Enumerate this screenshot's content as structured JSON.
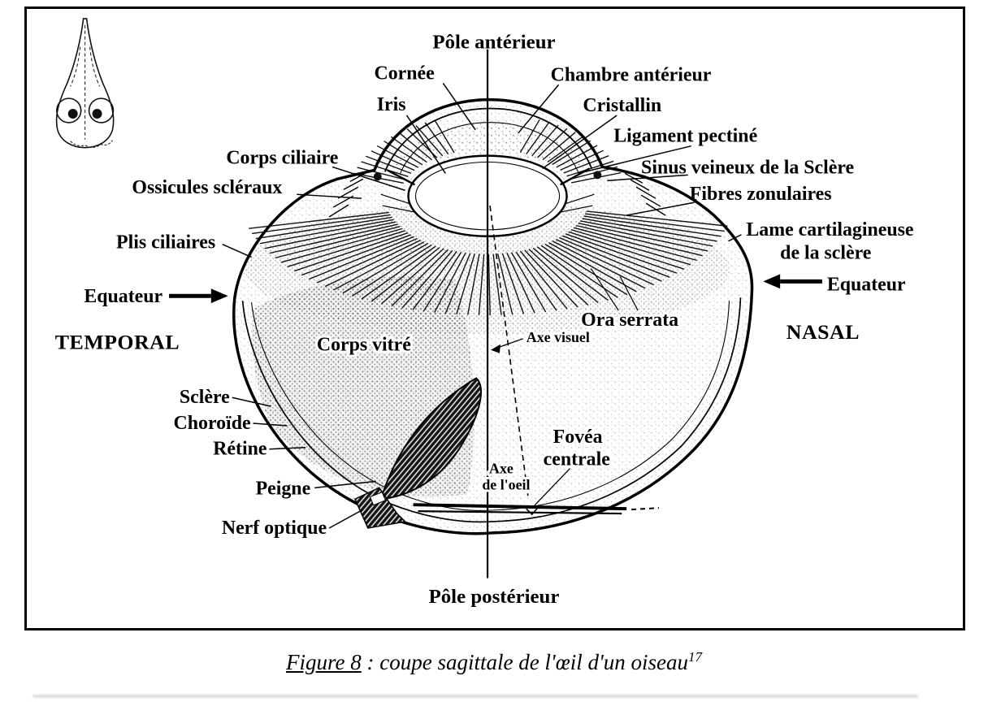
{
  "caption": {
    "figure_label": "Figure 8",
    "separator": " : ",
    "text": "coupe sagittale de l'œil d'un oiseau",
    "footnote": "17"
  },
  "labels": {
    "pole_anterieur": "Pôle antérieur",
    "cornee": "Cornée",
    "iris": "Iris",
    "chambre_anterieur": "Chambre antérieur",
    "cristallin": "Cristallin",
    "ligament_pectine": "Ligament pectiné",
    "corps_ciliaire": "Corps ciliaire",
    "sinus_veineux": "Sinus veineux de la Sclère",
    "ossicules_scleraux": "Ossicules scléraux",
    "fibres_zonulaires": "Fibres zonulaires",
    "lame_cartilagineuse": [
      "Lame cartilagineuse",
      "de la sclère"
    ],
    "plis_ciliaires": "Plis ciliaires",
    "equateur": "Equateur",
    "temporal": "TEMPORAL",
    "nasal": "NASAL",
    "ora_serrata": "Ora serrata",
    "axe_visuel": "Axe visuel",
    "corps_vitre": "Corps vitré",
    "sclere": "Sclère",
    "choroide": "Choroïde",
    "retine": "Rétine",
    "fovea_centrale": [
      "Fovéa",
      "centrale"
    ],
    "axe_oeil": [
      "Axe",
      "de l'oeil"
    ],
    "peigne": "Peigne",
    "nerf_optique": "Nerf optique",
    "pole_posterieur": "Pôle postérieur"
  },
  "colors": {
    "ink": "#000000",
    "paper": "#ffffff"
  }
}
